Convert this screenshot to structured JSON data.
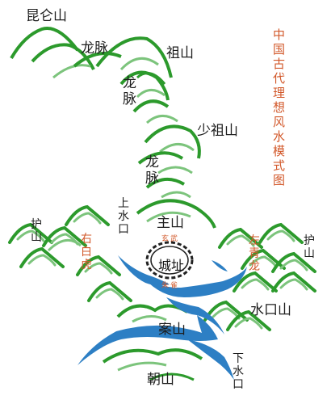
{
  "title": "中国古代理想风水模式图",
  "labels": {
    "kunlun": "昆仑山",
    "longmai_top": "龙脉",
    "zushan": "祖山",
    "longmai_mid": "龙脉",
    "shaozushan": "少祖山",
    "longmai_low": "龙脉",
    "zhushan": "主山",
    "xuanwu": "玄武",
    "chengzhi": "城址",
    "zhuque": "朱雀",
    "shangshuikou": "上水口",
    "hushan_left": "护山",
    "hushan_right": "护山",
    "youbaihu": "右白虎",
    "zuoqinglong": "左青龙",
    "shuikoushan": "水口山",
    "anshan": "案山",
    "chaoshan": "朝山",
    "xiashuikou": "下水口"
  },
  "colors": {
    "mountain_line": "#2c9a2c",
    "mountain_fill": "#7cc47c",
    "water": "#2d7fc4",
    "accent_text": "#d2582a",
    "city_wall": "#222222"
  }
}
